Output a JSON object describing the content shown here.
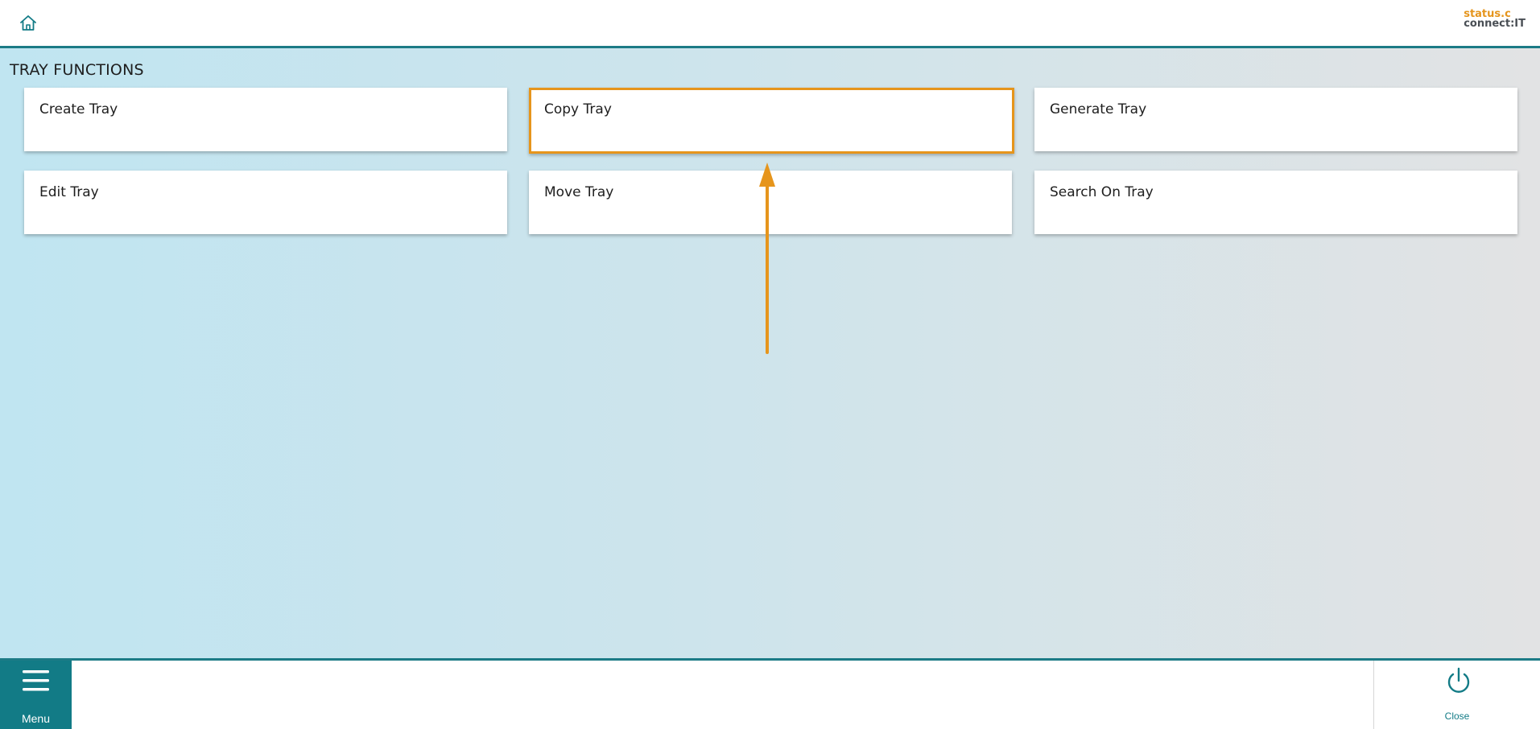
{
  "header": {
    "home_icon": "home-icon",
    "logo": {
      "line1": "status.c",
      "line2": "connect:IT"
    }
  },
  "main": {
    "section_title": "TRAY FUNCTIONS",
    "tiles": [
      {
        "label": "Create Tray"
      },
      {
        "label": "Copy Tray",
        "highlighted": true
      },
      {
        "label": "Generate Tray"
      },
      {
        "label": "Edit Tray"
      },
      {
        "label": "Move Tray"
      },
      {
        "label": "Search On Tray"
      }
    ]
  },
  "footer": {
    "menu_label": "Menu",
    "menu_icon": "hamburger-icon",
    "close_label": "Close",
    "close_icon": "power-icon"
  },
  "colors": {
    "accent": "#127b86",
    "highlight": "#e6951c",
    "logo_orange": "#e5951d",
    "logo_gray": "#4a4f55"
  }
}
